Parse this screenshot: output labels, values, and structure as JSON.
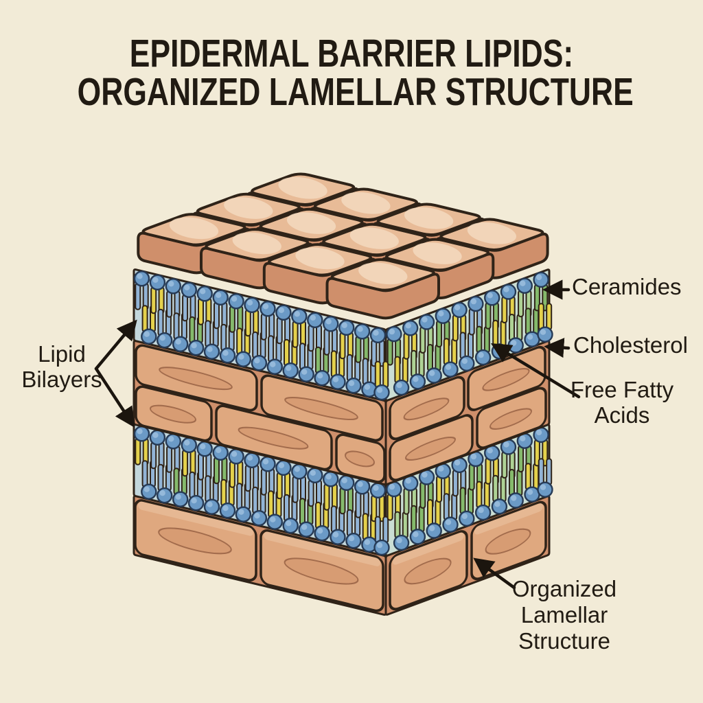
{
  "title": {
    "line1": "EPIDERMAL BARRIER LIPIDS:",
    "line2": "ORGANIZED LAMELLAR STRUCTURE"
  },
  "labels": {
    "lipid_bilayers": {
      "line1": "Lipid",
      "line2": "Bilayers"
    },
    "ceramides": "Ceramides",
    "cholesterol": "Cholesterol",
    "free_fatty_acids": {
      "line1": "Free Fatty",
      "line2": "Acids"
    },
    "organized_lamellar": {
      "line1": "Organized",
      "line2": "Lamellar",
      "line3": "Structure"
    }
  },
  "illustration": {
    "subject": "Stratum corneum brick-and-mortar model with two lipid bilayers",
    "colors": {
      "background": "#f2ebd7",
      "text": "#211b13",
      "outline": "#2f2318",
      "brick_top": "#e8bb97",
      "brick_top_light": "#f4dcc2",
      "brick_side": "#cf8f6b",
      "brick_mid": "#dfa87f",
      "brick_inner": "#c8875f",
      "brick_inner_line": "#8f5a3e",
      "head_blue": "#6b9ac6",
      "head_light": "#a6c6e2",
      "head_outline": "#263a55",
      "tail_yellow": "#e4d14c",
      "tail_blue": "#92b4d6",
      "tail_green": "#85ba6c",
      "tail_green_light": "#aed295",
      "membrane_front": "#c3d7dc",
      "membrane_side": "#cbded4",
      "arrow": "#1b150e"
    }
  }
}
